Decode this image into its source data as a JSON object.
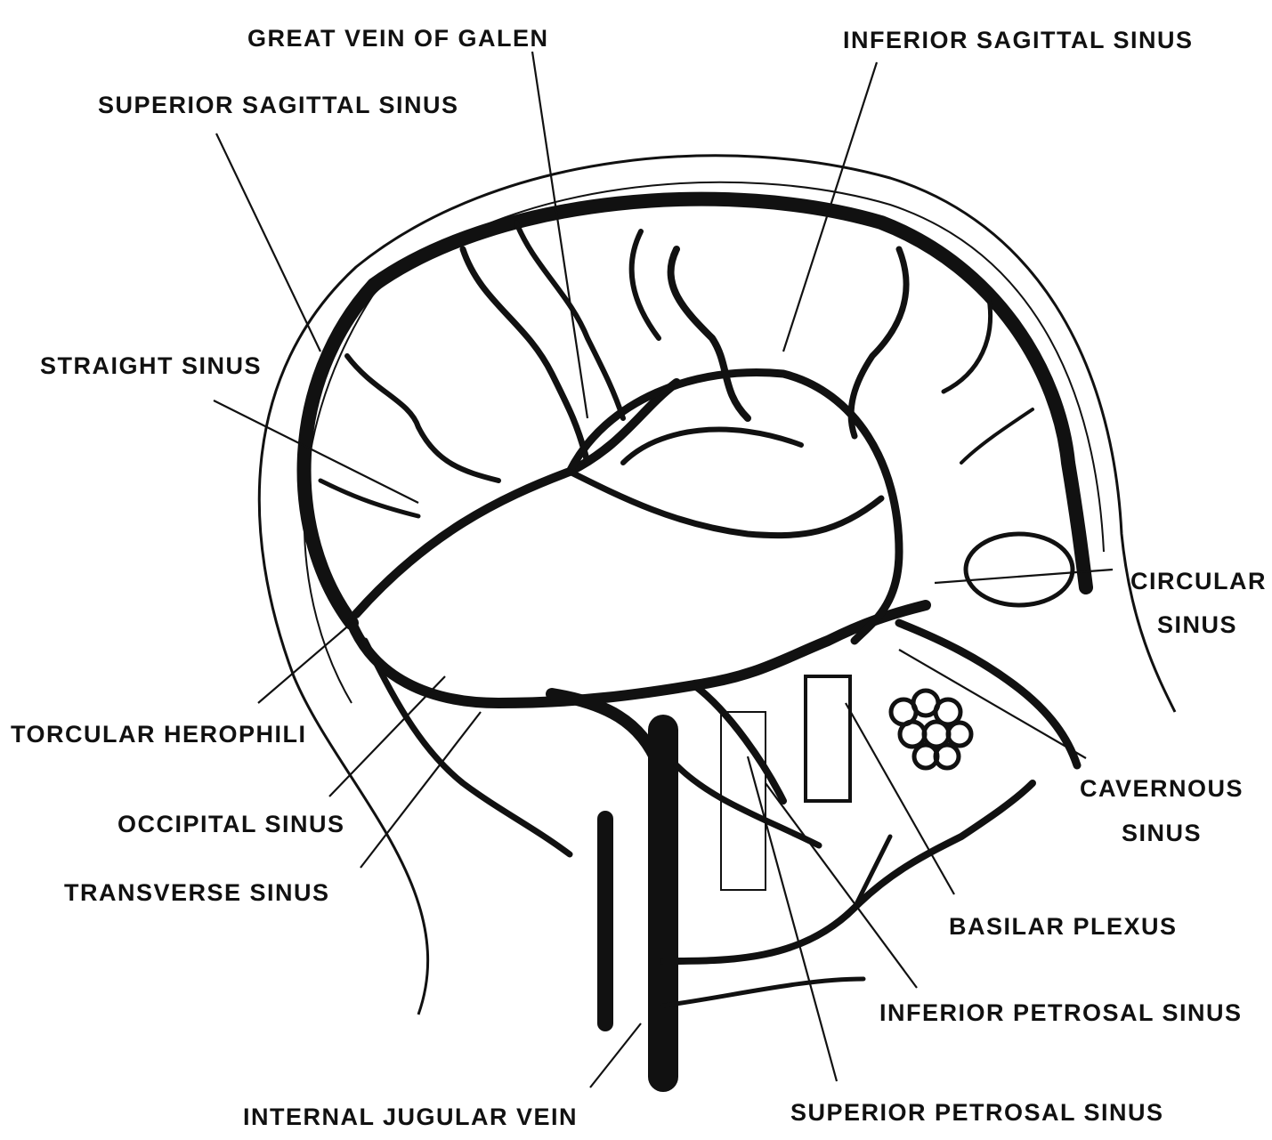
{
  "labels": {
    "great_vein_of_galen": "GREAT VEIN OF GALEN",
    "inferior_sagittal_sinus": "INFERIOR SAGITTAL SINUS",
    "superior_sagittal_sinus": "SUPERIOR SAGITTAL SINUS",
    "straight_sinus": "STRAIGHT SINUS",
    "circular_sinus_line1": "CIRCULAR",
    "circular_sinus_line2": "SINUS",
    "torcular_herophili": "TORCULAR HEROPHILI",
    "cavernous_sinus_line1": "CAVERNOUS",
    "cavernous_sinus_line2": "SINUS",
    "occipital_sinus": "OCCIPITAL SINUS",
    "transverse_sinus": "TRANSVERSE SINUS",
    "basilar_plexus": "BASILAR PLEXUS",
    "inferior_petrosal_sinus": "INFERIOR PETROSAL SINUS",
    "internal_jugular_vein": "INTERNAL JUGULAR VEIN",
    "superior_petrosal_sinus": "SUPERIOR PETROSAL SINUS"
  },
  "colors": {
    "ink": "#111111",
    "background": "#ffffff"
  }
}
